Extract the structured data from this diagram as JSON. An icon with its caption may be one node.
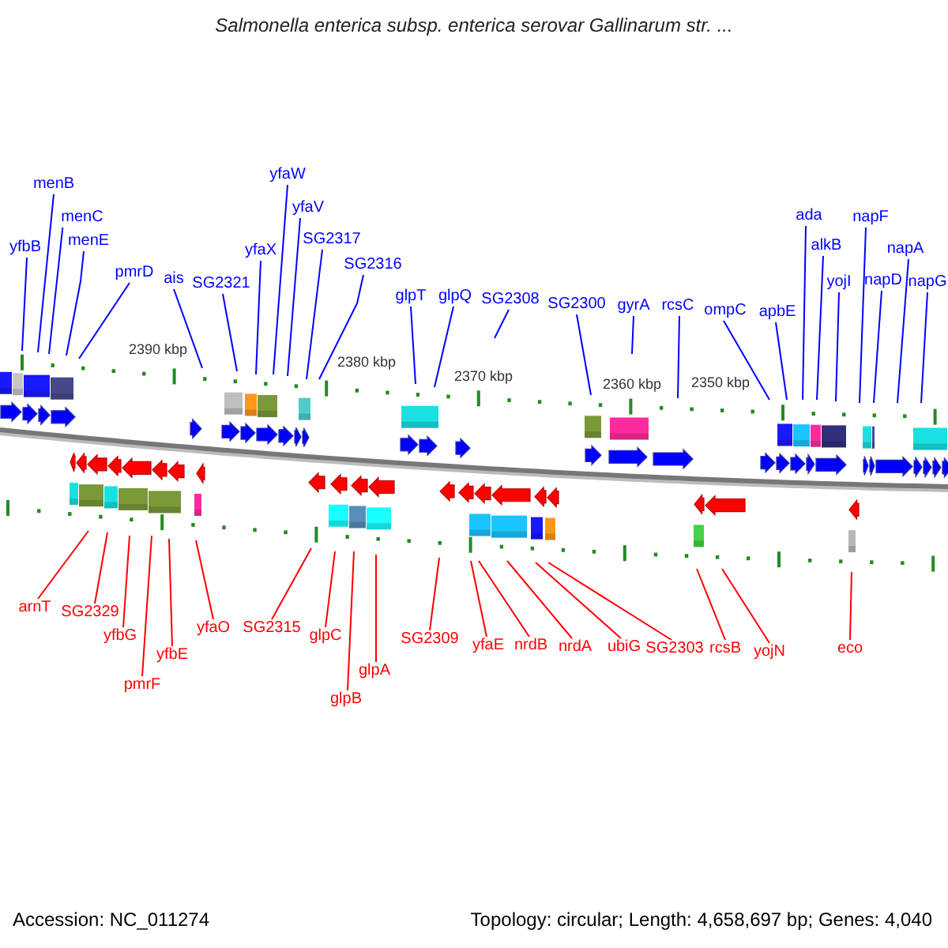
{
  "diagram": {
    "title": "Salmonella enterica subsp. enterica serovar Gallinarum str. ...",
    "nodes": [
      {
        "text": [
          "menB"
        ]
      },
      {
        "text": [
          "menC"
        ]
      },
      {
        "text": [
          "yfbB"
        ]
      },
      {
        "text": [
          "menE"
        ]
      },
      {
        "text": [
          "pmrD"
        ]
      },
      {
        "text": [
          "ais"
        ]
      },
      {
        "text": [
          "SG2321"
        ]
      },
      {
        "text": [
          "yfaX"
        ]
      },
      {
        "text": [
          "yfaW"
        ]
      },
      {
        "text": [
          "yfaV"
        ]
      },
      {
        "text": [
          "SG2317"
        ]
      },
      {
        "text": [
          "SG2316"
        ]
      },
      {
        "text": [
          "glpT"
        ]
      },
      {
        "text": [
          "glpQ"
        ]
      },
      {
        "text": [
          "SG2308"
        ]
      },
      {
        "text": [
          "SG2300"
        ]
      },
      {
        "text": [
          "gyrA"
        ]
      },
      {
        "text": [
          "rcsC"
        ]
      },
      {
        "text": [
          "ompC"
        ]
      },
      {
        "text": [
          "apbE"
        ]
      },
      {
        "text": [
          "ada"
        ]
      },
      {
        "text": [
          "alkB"
        ]
      },
      {
        "text": [
          "yojI"
        ]
      },
      {
        "text": [
          "napF"
        ]
      },
      {
        "text": [
          "napD"
        ]
      },
      {
        "text": [
          "napA"
        ]
      },
      {
        "text": [
          "napG"
        ]
      },
      {
        "text": [
          "arnT"
        ]
      },
      {
        "text": [
          "SG2329"
        ]
      },
      {
        "text": [
          "yfbG"
        ]
      },
      {
        "text": [
          "pmrF"
        ]
      },
      {
        "text": [
          "yfbE"
        ]
      },
      {
        "text": [
          "yfaO"
        ]
      },
      {
        "text": [
          "SG2315"
        ]
      },
      {
        "text": [
          "glpC"
        ]
      },
      {
        "text": [
          "glpB"
        ]
      },
      {
        "text": [
          "glpA"
        ]
      },
      {
        "text": [
          "SG2309"
        ]
      },
      {
        "text": [
          "yfaE"
        ]
      },
      {
        "text": [
          "nrdB"
        ]
      },
      {
        "text": [
          "nrdA"
        ]
      },
      {
        "text": [
          "ubiG"
        ]
      },
      {
        "text": [
          "SG2303"
        ]
      },
      {
        "text": [
          "rcsB"
        ]
      },
      {
        "text": [
          "yojN"
        ]
      },
      {
        "text": [
          "eco"
        ]
      }
    ],
    "edges": [
      {
        "from": 0,
        "to": null,
        "arrow": "none"
      },
      {
        "from": 1,
        "to": null,
        "arrow": "none"
      },
      {
        "from": 2,
        "to": null,
        "arrow": "none"
      },
      {
        "from": 3,
        "to": null,
        "arrow": "none"
      },
      {
        "from": 4,
        "to": null,
        "arrow": "none"
      },
      {
        "from": 5,
        "to": null,
        "arrow": "none"
      },
      {
        "from": 6,
        "to": null,
        "arrow": "none"
      },
      {
        "from": 7,
        "to": null,
        "arrow": "none"
      },
      {
        "from": 8,
        "to": null,
        "arrow": "none"
      },
      {
        "from": 9,
        "to": null,
        "arrow": "none"
      },
      {
        "from": 10,
        "to": null,
        "arrow": "none"
      },
      {
        "from": 11,
        "to": null,
        "arrow": "none"
      },
      {
        "from": 12,
        "to": null,
        "arrow": "none"
      },
      {
        "from": 13,
        "to": null,
        "arrow": "none"
      },
      {
        "from": 14,
        "to": null,
        "arrow": "none"
      },
      {
        "from": 15,
        "to": null,
        "arrow": "none"
      },
      {
        "from": 16,
        "to": null,
        "arrow": "none"
      },
      {
        "from": 17,
        "to": null,
        "arrow": "none"
      },
      {
        "from": 18,
        "to": null,
        "arrow": "none"
      },
      {
        "from": 19,
        "to": null,
        "arrow": "none"
      },
      {
        "from": 20,
        "to": null,
        "arrow": "none"
      },
      {
        "from": 21,
        "to": null,
        "arrow": "none"
      },
      {
        "from": 22,
        "to": null,
        "arrow": "none"
      },
      {
        "from": 23,
        "to": null,
        "arrow": "none"
      },
      {
        "from": 24,
        "to": null,
        "arrow": "none"
      },
      {
        "from": 25,
        "to": null,
        "arrow": "none"
      },
      {
        "from": 26,
        "to": null,
        "arrow": "none"
      },
      {
        "from": 27,
        "to": null,
        "arrow": "none",
        "color": "#ff0000"
      },
      {
        "from": 28,
        "to": null,
        "arrow": "none",
        "color": "#ff0000"
      },
      {
        "from": 29,
        "to": null,
        "arrow": "none",
        "color": "#ff0000"
      },
      {
        "from": 30,
        "to": null,
        "arrow": "none",
        "color": "#ff0000"
      },
      {
        "from": 31,
        "to": null,
        "arrow": "none",
        "color": "#ff0000"
      },
      {
        "from": 32,
        "to": null,
        "arrow": "none",
        "color": "#ff0000"
      },
      {
        "from": 33,
        "to": null,
        "arrow": "none",
        "color": "#ff0000"
      },
      {
        "from": 34,
        "to": null,
        "arrow": "none",
        "color": "#ff0000"
      },
      {
        "from": 35,
        "to": null,
        "arrow": "none",
        "color": "#ff0000"
      },
      {
        "from": 36,
        "to": null,
        "arrow": "none",
        "color": "#ff0000"
      },
      {
        "from": 37,
        "to": null,
        "arrow": "none",
        "color": "#ff0000"
      },
      {
        "from": 38,
        "to": null,
        "arrow": "none",
        "color": "#ff0000"
      },
      {
        "from": 39,
        "to": null,
        "arrow": "none",
        "color": "#ff0000"
      },
      {
        "from": 40,
        "to": null,
        "arrow": "none",
        "color": "#ff0000"
      },
      {
        "from": 41,
        "to": null,
        "arrow": "none",
        "color": "#ff0000"
      },
      {
        "from": 42,
        "to": null,
        "arrow": "none",
        "color": "#ff0000"
      },
      {
        "from": 43,
        "to": null,
        "arrow": "none",
        "color": "#ff0000"
      },
      {
        "from": 44,
        "to": null,
        "arrow": "none",
        "color": "#ff0000"
      },
      {
        "from": 45,
        "to": null,
        "arrow": "none",
        "color": "#ff0000"
      }
    ],
    "labels": [
      "2390 kbp",
      "2380 kbp",
      "2370 kbp",
      "2360 kbp",
      "2350 kbp",
      "Accession: NC_011274",
      "Topology: circular; Length: 4,658,697 bp; Genes: 4,040"
    ]
  }
}
